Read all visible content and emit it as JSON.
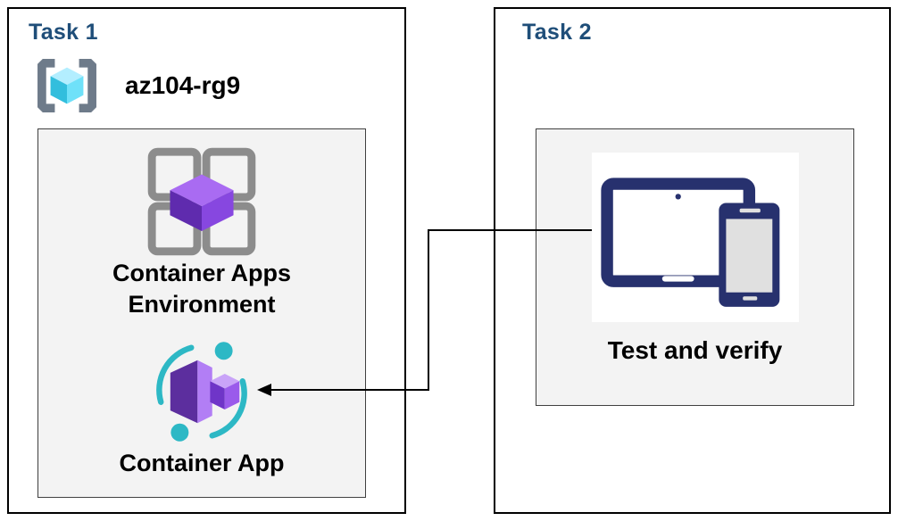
{
  "task1": {
    "title": "Task 1",
    "resource_group": {
      "name": "az104-rg9",
      "icon": "resource-group-icon"
    },
    "environment": {
      "label": "Container Apps Environment",
      "icon": "container-apps-environment-icon"
    },
    "app": {
      "label": "Container App",
      "icon": "container-app-icon"
    }
  },
  "task2": {
    "title": "Task 2",
    "test": {
      "label": "Test and verify",
      "icon": "devices-icon"
    }
  },
  "connector": {
    "from": "test-and-verify",
    "to": "container-app",
    "shape": "elbow-arrow-left"
  },
  "colors": {
    "task_title": "#1F4E79",
    "panel_fill": "#F3F3F3",
    "panel_border": "#404040",
    "box_border": "#000000",
    "device_navy": "#27316E",
    "teal_accent": "#2DB8C5",
    "purple_light": "#B77BF5",
    "purple_mid": "#8B49E8",
    "purple_dark": "#5C2E9E",
    "cube_cyan": "#50E6FF",
    "bracket_gray": "#6E7B8A"
  }
}
